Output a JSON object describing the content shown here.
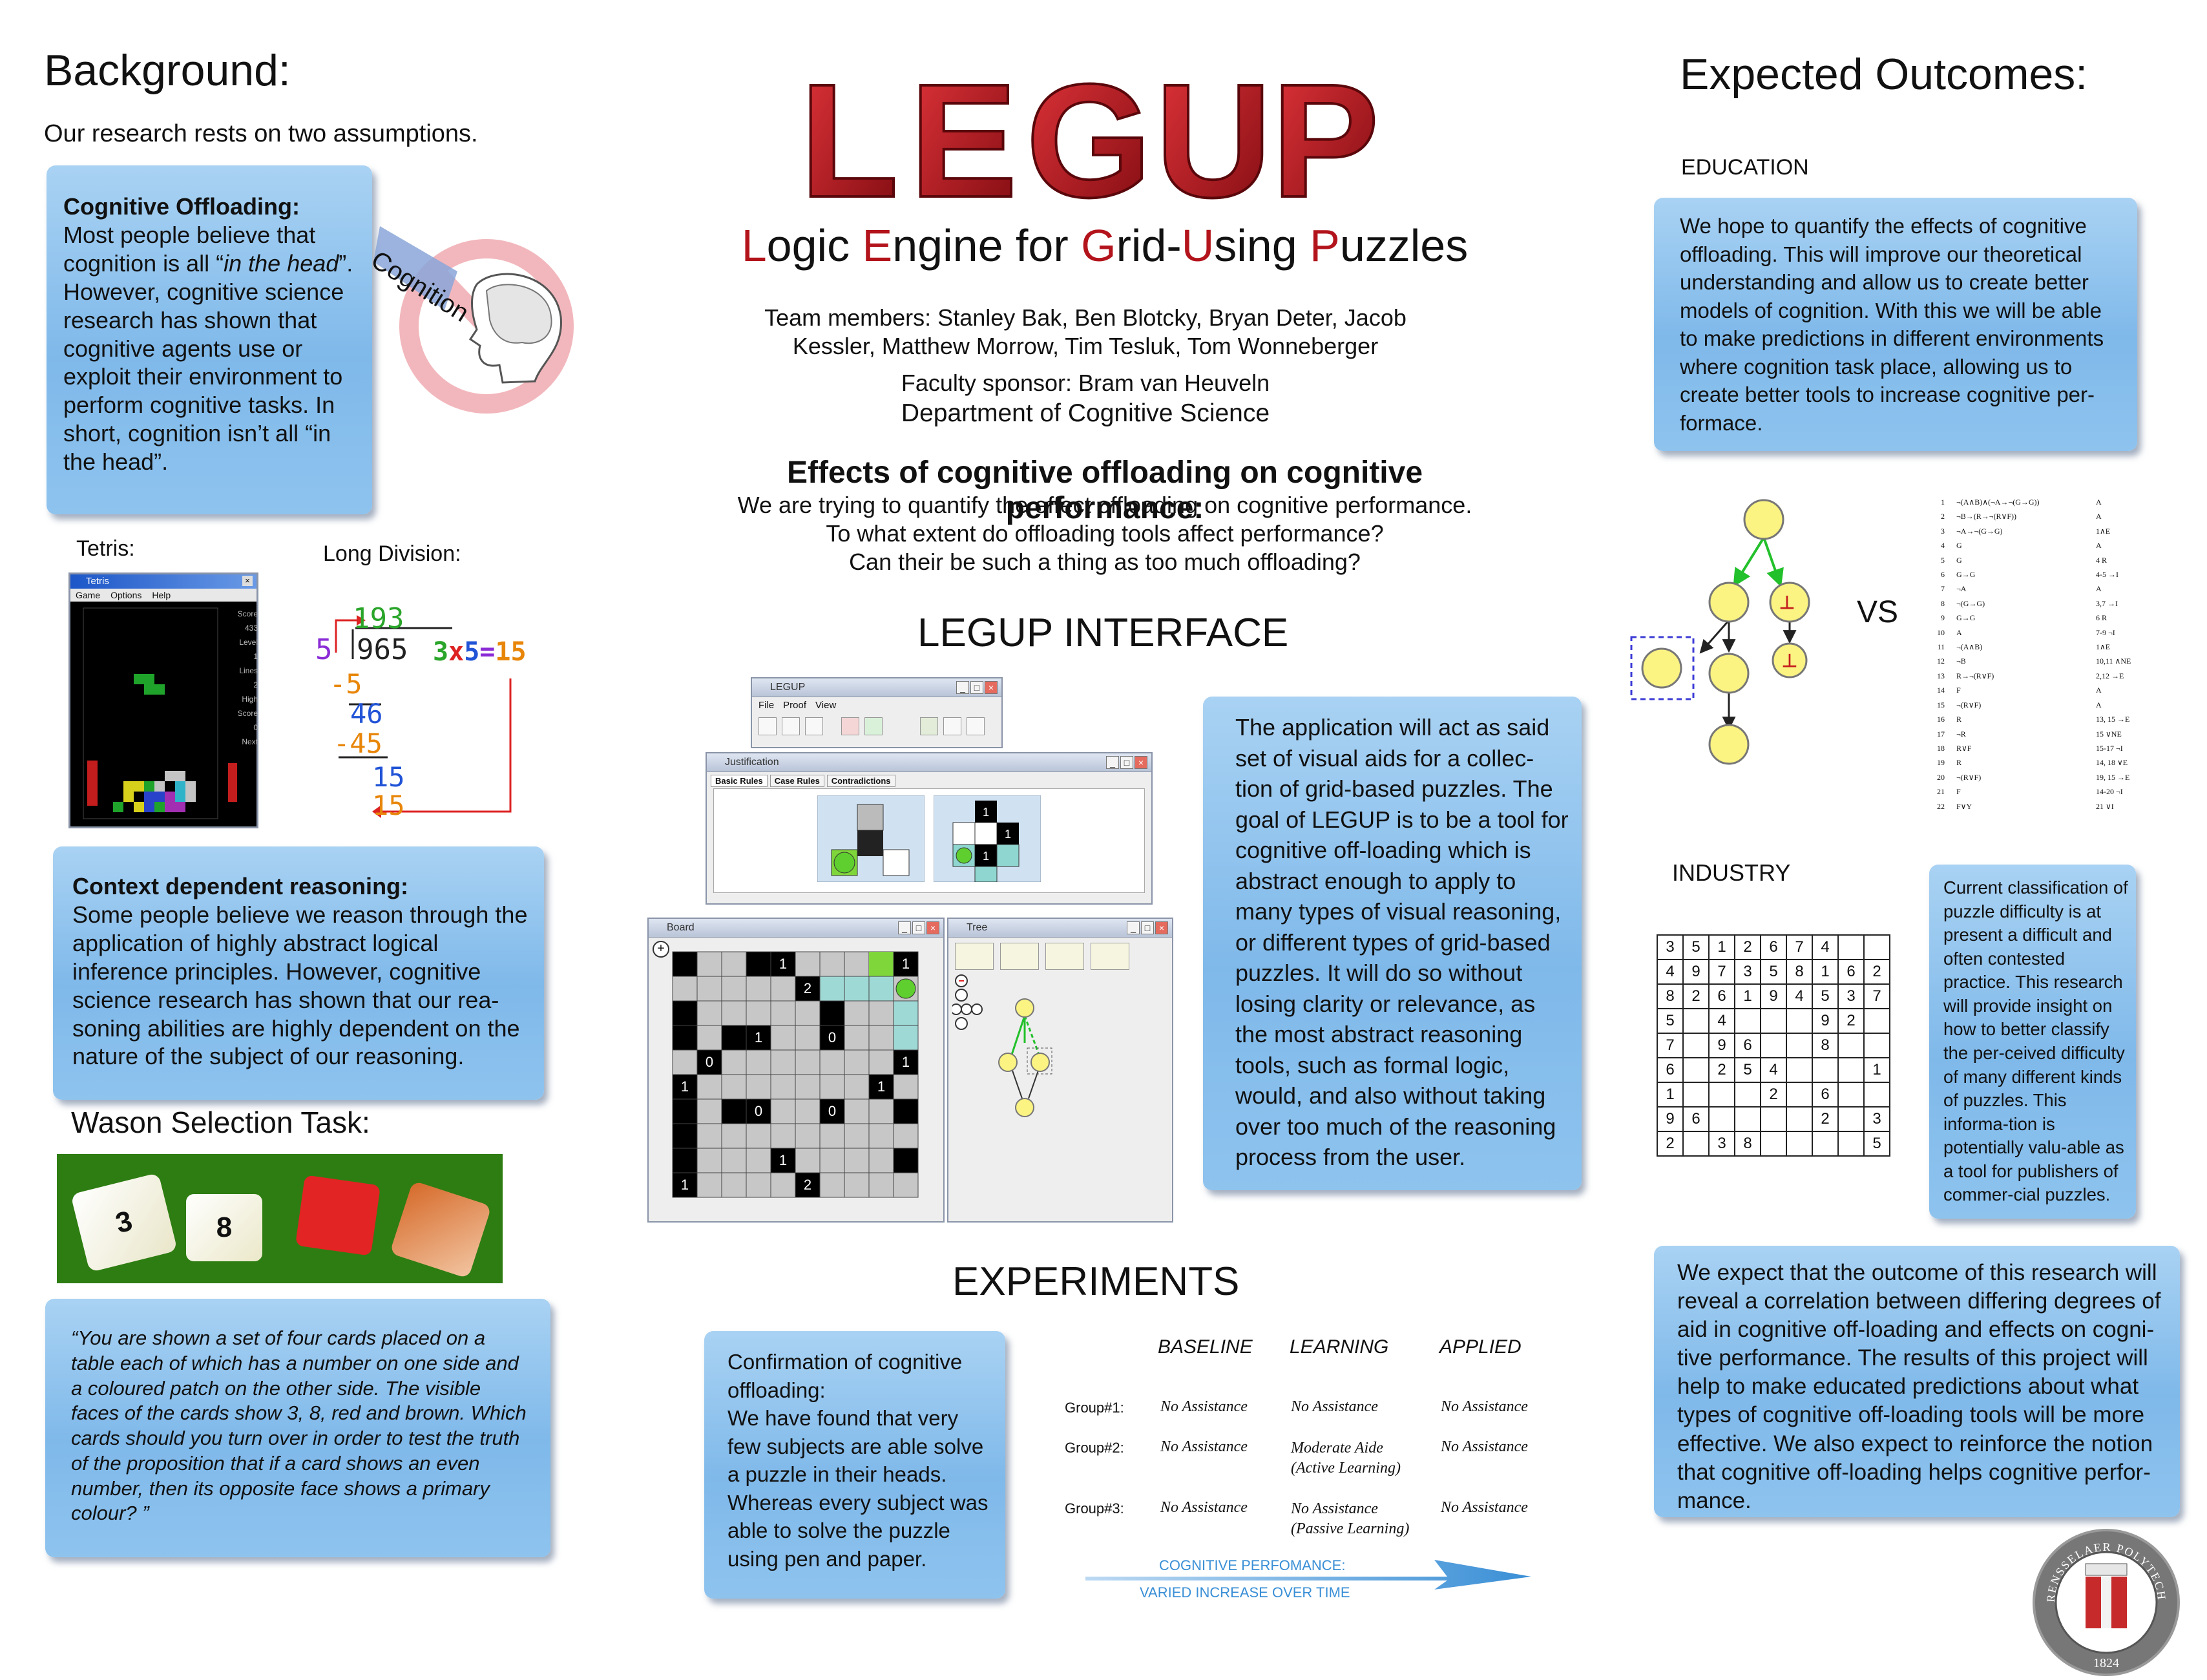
{
  "background": {
    "title": "Background:",
    "intro": "Our research rests on two assumptions.",
    "cognitive_offloading": {
      "heading": "Cognitive Offloading:",
      "text_1": " Most people believe that cognition is all “",
      "text_em": "in the head",
      "text_2": "”. However, cognitive science research has shown that cognitive agents use or exploit their environment to perform cognitive tasks. In short, cognition isn’t all “in the head”."
    },
    "cognition_label": "Cognition",
    "tetris_label": "Tetris:",
    "long_division_label": "Long Division:",
    "context_reasoning": {
      "heading": "Context dependent reasoning:",
      "text": " Some people believe we reason through the application of highly abstract logical inference principles. However, cognitive science research has shown that our rea-soning abilities are highly dependent on the nature of the subject of our reasoning."
    },
    "wason_title": "Wason Selection Task:",
    "wason_cards": [
      "3",
      "8"
    ],
    "wason_quote": "“You are shown a set of four cards placed on a table each of which has a number on one side and a coloured patch on the other side. The visible faces of the cards show 3, 8, red and brown. Which cards should you turn over in order to test the truth of the proposition that if a card shows an even number, then its opposite face shows a primary colour? ”"
  },
  "tetris": {
    "window_title": "Tetris",
    "menu": [
      "Game",
      "Options",
      "Help"
    ],
    "stats": [
      {
        "label": "Score",
        "value": "433"
      },
      {
        "label": "Level",
        "value": "1"
      },
      {
        "label": "Lines",
        "value": "2"
      },
      {
        "label": "High Score",
        "value": "0"
      },
      {
        "label": "Next",
        "value": ""
      }
    ]
  },
  "long_division": {
    "quotient": "193",
    "divisor": "5",
    "dividend": "965",
    "steps": [
      "-5",
      "46",
      "-45",
      "15",
      "15"
    ],
    "side_equation": [
      "3",
      "x",
      "5",
      "=",
      "15"
    ]
  },
  "header": {
    "logo": "LEGUP",
    "subtitle_parts": [
      {
        "text": "L",
        "red": true
      },
      {
        "text": "ogic ",
        "red": false
      },
      {
        "text": "E",
        "red": true
      },
      {
        "text": "ngine for ",
        "red": false
      },
      {
        "text": "G",
        "red": true
      },
      {
        "text": "rid-",
        "red": false
      },
      {
        "text": "U",
        "red": true
      },
      {
        "text": "sing ",
        "red": false
      },
      {
        "text": "P",
        "red": true
      },
      {
        "text": "uzzles",
        "red": false
      }
    ],
    "team": "Team members: Stanley Bak, Ben Blotcky, Bryan Deter, Jacob Kessler, Matthew Morrow, Tim Tesluk, Tom Wonneberger",
    "sponsor": "Faculty sponsor: Bram van Heuveln",
    "department": "Department of Cognitive Science"
  },
  "effects": {
    "title": "Effects of cognitive offloading on cognitive performance:",
    "lines": [
      "We are trying to quantify the effect offloading on cognitive performance.",
      "To what extent do offloading tools affect performance?",
      "Can their be such a thing as too much offloading?"
    ]
  },
  "interface": {
    "title": "LEGUP INTERFACE",
    "main_window_title": "LEGUP",
    "main_menu": [
      "File",
      "Proof",
      "View"
    ],
    "justification_title": "Justification",
    "justification_tabs": [
      "Basic Rules",
      "Case Rules",
      "Contradictions"
    ],
    "board_title": "Board",
    "tree_title": "Tree",
    "board_numbers": [
      {
        "r": 0,
        "c": 4,
        "v": "1"
      },
      {
        "r": 0,
        "c": 9,
        "v": "1"
      },
      {
        "r": 1,
        "c": 5,
        "v": "2"
      },
      {
        "r": 3,
        "c": 3,
        "v": "1"
      },
      {
        "r": 3,
        "c": 6,
        "v": "0"
      },
      {
        "r": 4,
        "c": 1,
        "v": "0"
      },
      {
        "r": 4,
        "c": 9,
        "v": "1"
      },
      {
        "r": 5,
        "c": 0,
        "v": "1"
      },
      {
        "r": 5,
        "c": 8,
        "v": "1"
      },
      {
        "r": 6,
        "c": 3,
        "v": "0"
      },
      {
        "r": 6,
        "c": 6,
        "v": "0"
      },
      {
        "r": 8,
        "c": 4,
        "v": "1"
      },
      {
        "r": 9,
        "c": 0,
        "v": "1"
      },
      {
        "r": 9,
        "c": 5,
        "v": "2"
      }
    ],
    "description": "The application will act as said set of visual aids for a collec-tion of grid-based puzzles. The goal of LEGUP is to be a tool for cognitive off-loading which is abstract enough to apply to many types of visual reasoning, or different types of grid-based puzzles. It will do so without losing clarity or relevance, as the most abstract reasoning tools, such as formal logic, would, and also without taking over too much of the reasoning process from the user."
  },
  "experiments": {
    "title": "EXPERIMENTS",
    "box_text": "Confirmation of cognitive offloading:\nWe have found that very few subjects are able solve a puzzle in their heads. Whereas every subject was able to solve the puzzle using pen and paper.",
    "columns": [
      "BASELINE",
      "LEARNING",
      "APPLIED"
    ],
    "rows": [
      {
        "group": "Group#1:",
        "cells": [
          "No Assistance",
          "No Assistance",
          "No Assistance"
        ]
      },
      {
        "group": "Group#2:",
        "cells": [
          "No Assistance",
          "Moderate Aide\n(Active Learning)",
          "No Assistance"
        ]
      },
      {
        "group": "Group#3:",
        "cells": [
          "No Assistance",
          "No Assistance\n(Passive Learning)",
          "No Assistance"
        ]
      }
    ],
    "arrow_line_1": "COGNITIVE  PERFOMANCE:",
    "arrow_line_2": "VARIED  INCREASE  OVER  TIME",
    "arrow_color": "#3a8fd6"
  },
  "outcomes": {
    "title": "Expected Outcomes:",
    "education_heading": "EDUCATION",
    "education_text": "We hope to quantify the effects of cognitive offloading. This will  improve our theoretical understanding and allow us to create better models of cognition. With this we will be able to make predictions in different environments where cognition task place, allowing us to create better tools to increase cognitive per-formace.",
    "vs_label": "VS",
    "proof_lines": [
      {
        "n": "1",
        "f": "¬(A∧B)∧(¬A→¬(G→G))",
        "j": "A"
      },
      {
        "n": "2",
        "f": "¬B→(R→¬(R∨F))",
        "j": "A"
      },
      {
        "n": "3",
        "f": "¬A→¬(G→G)",
        "j": "1∧E"
      },
      {
        "n": "4",
        "f": "G",
        "j": "A"
      },
      {
        "n": "5",
        "f": "G",
        "j": "4 R"
      },
      {
        "n": "6",
        "f": "G→G",
        "j": "4-5 →I"
      },
      {
        "n": "7",
        "f": "¬A",
        "j": "A"
      },
      {
        "n": "8",
        "f": "¬(G→G)",
        "j": "3,7 →I"
      },
      {
        "n": "9",
        "f": "G→G",
        "j": "6 R"
      },
      {
        "n": "10",
        "f": "A",
        "j": "7-9 ¬I"
      },
      {
        "n": "11",
        "f": "¬(A∧B)",
        "j": "1∧E"
      },
      {
        "n": "12",
        "f": "¬B",
        "j": "10,11 ∧NE"
      },
      {
        "n": "13",
        "f": "R→¬(R∨F)",
        "j": "2,12 →E"
      },
      {
        "n": "14",
        "f": "F",
        "j": "A"
      },
      {
        "n": "15",
        "f": "¬(R∨F)",
        "j": "A"
      },
      {
        "n": "16",
        "f": "R",
        "j": "13, 15 →E"
      },
      {
        "n": "17",
        "f": "¬R",
        "j": "15 ∨NE"
      },
      {
        "n": "18",
        "f": "R∨F",
        "j": "15-17 ¬I"
      },
      {
        "n": "19",
        "f": "R",
        "j": "14, 18 ∨E"
      },
      {
        "n": "20",
        "f": "¬(R∨F)",
        "j": "19, 15 →E"
      },
      {
        "n": "21",
        "f": "F",
        "j": "14-20 ¬I"
      },
      {
        "n": "22",
        "f": "F∨Y",
        "j": "21 ∨I"
      }
    ],
    "industry_heading": "INDUSTRY",
    "sudoku": [
      [
        "3",
        "5",
        "1",
        "2",
        "6",
        "7",
        "4",
        "",
        ""
      ],
      [
        "4",
        "9",
        "7",
        "3",
        "5",
        "8",
        "1",
        "6",
        "2"
      ],
      [
        "8",
        "2",
        "6",
        "1",
        "9",
        "4",
        "5",
        "3",
        "7"
      ],
      [
        "5",
        "",
        "4",
        "",
        "",
        "",
        "9",
        "2",
        ""
      ],
      [
        "7",
        "",
        "9",
        "6",
        "",
        "",
        "8",
        "",
        ""
      ],
      [
        "6",
        "",
        "2",
        "5",
        "4",
        "",
        "",
        "",
        "1"
      ],
      [
        "1",
        "",
        "",
        "",
        "2",
        "",
        "6",
        "",
        ""
      ],
      [
        "9",
        "6",
        "",
        "",
        "",
        "",
        "2",
        "",
        "3"
      ],
      [
        "2",
        "",
        "3",
        "8",
        "",
        "",
        "",
        "",
        "5"
      ]
    ],
    "industry_text": " Current classification of puzzle difficulty is at present a difficult and often contested practice. This research will provide insight on how to better classify the per-ceived difficulty of many different kinds of puzzles. This informa-tion is potentially valu-able as a tool for publishers of commer-cial puzzles.",
    "final_text": "We expect that the outcome of this research will reveal a correlation between differing degrees of aid in cognitive off-loading and effects on cogni-tive performance. The results of this project will help to make educated predictions about what types of cognitive off-loading tools will be more effective. We also expect to reinforce the notion that cognitive off-loading helps cognitive perfor-mance.",
    "seal_text": "RENSSELAER POLYTECHNIC INSTITUTE",
    "seal_year": "1824"
  },
  "colors": {
    "box_blue": "#8ec3ee",
    "logo_red": "#b3141c",
    "green_bg": "#2e7d12"
  }
}
